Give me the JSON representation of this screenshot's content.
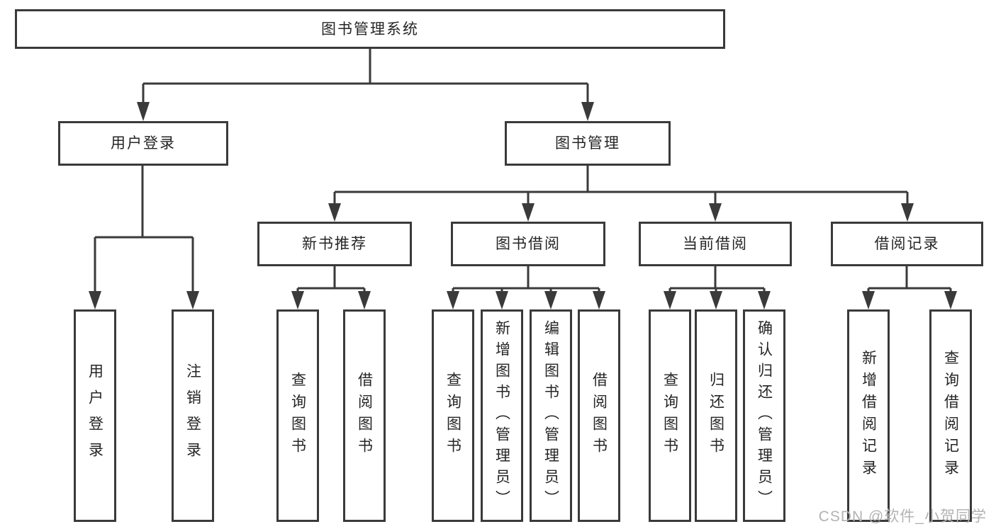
{
  "diagram_title": "图书管理系统",
  "colors": {
    "line": "#3a3a3a",
    "box_border": "#3a3a3a",
    "text": "#252525",
    "watermark": "#b3b3b3",
    "background": "#ffffff"
  },
  "watermark": {
    "text": "CSDN @软件_小贺同学"
  },
  "tree": {
    "label": "图书管理系统",
    "children": [
      {
        "label": "用户登录",
        "children": [
          {
            "label": "用户登录"
          },
          {
            "label": "注销登录"
          }
        ]
      },
      {
        "label": "图书管理",
        "children": [
          {
            "label": "新书推荐",
            "children": [
              {
                "label": "查询图书"
              },
              {
                "label": "借阅图书"
              }
            ]
          },
          {
            "label": "图书借阅",
            "children": [
              {
                "label": "查询图书"
              },
              {
                "label": "新增图书（管理员）"
              },
              {
                "label": "编辑图书（管理员）"
              },
              {
                "label": "借阅图书"
              }
            ]
          },
          {
            "label": "当前借阅",
            "children": [
              {
                "label": "查询图书"
              },
              {
                "label": "归还图书"
              },
              {
                "label": "确认归还（管理员）"
              }
            ]
          },
          {
            "label": "借阅记录",
            "children": [
              {
                "label": "新增借阅记录"
              },
              {
                "label": "查询借阅记录"
              }
            ]
          }
        ]
      }
    ]
  }
}
